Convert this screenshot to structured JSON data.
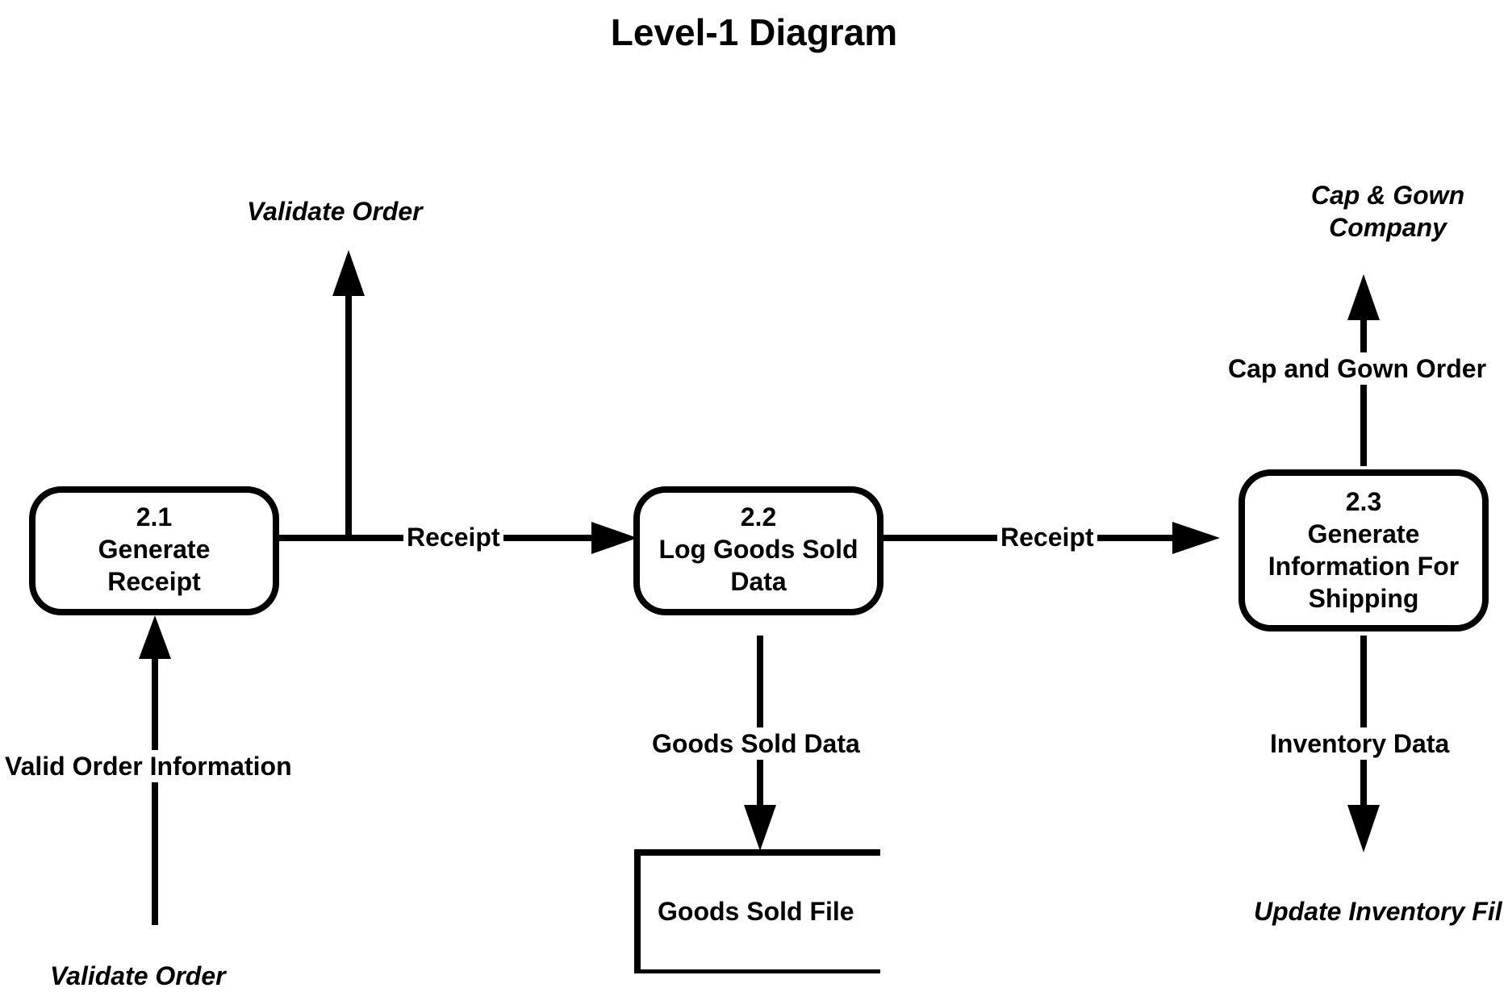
{
  "title": "Level-1 Diagram",
  "processes": [
    {
      "id": "2.1",
      "lines": [
        "Generate",
        "Receipt"
      ]
    },
    {
      "id": "2.2",
      "lines": [
        "Log Goods Sold",
        "Data"
      ]
    },
    {
      "id": "2.3",
      "lines": [
        "Generate",
        "Information For",
        "Shipping"
      ]
    }
  ],
  "data_store": {
    "label": "Goods Sold File"
  },
  "external_entities": {
    "validate_order": "Validate Order",
    "cap_gown_company": [
      "Cap & Gown",
      "Company"
    ],
    "update_inventory": "Update Inventory Fil",
    "validate_order_bottom_partial": "Validate Order"
  },
  "flows": {
    "receipt_1": "Receipt",
    "receipt_2": "Receipt",
    "valid_order_information": "Valid Order Information",
    "goods_sold_data": "Goods Sold Data",
    "cap_and_gown_order": "Cap and Gown Order",
    "inventory_data": "Inventory Data"
  }
}
